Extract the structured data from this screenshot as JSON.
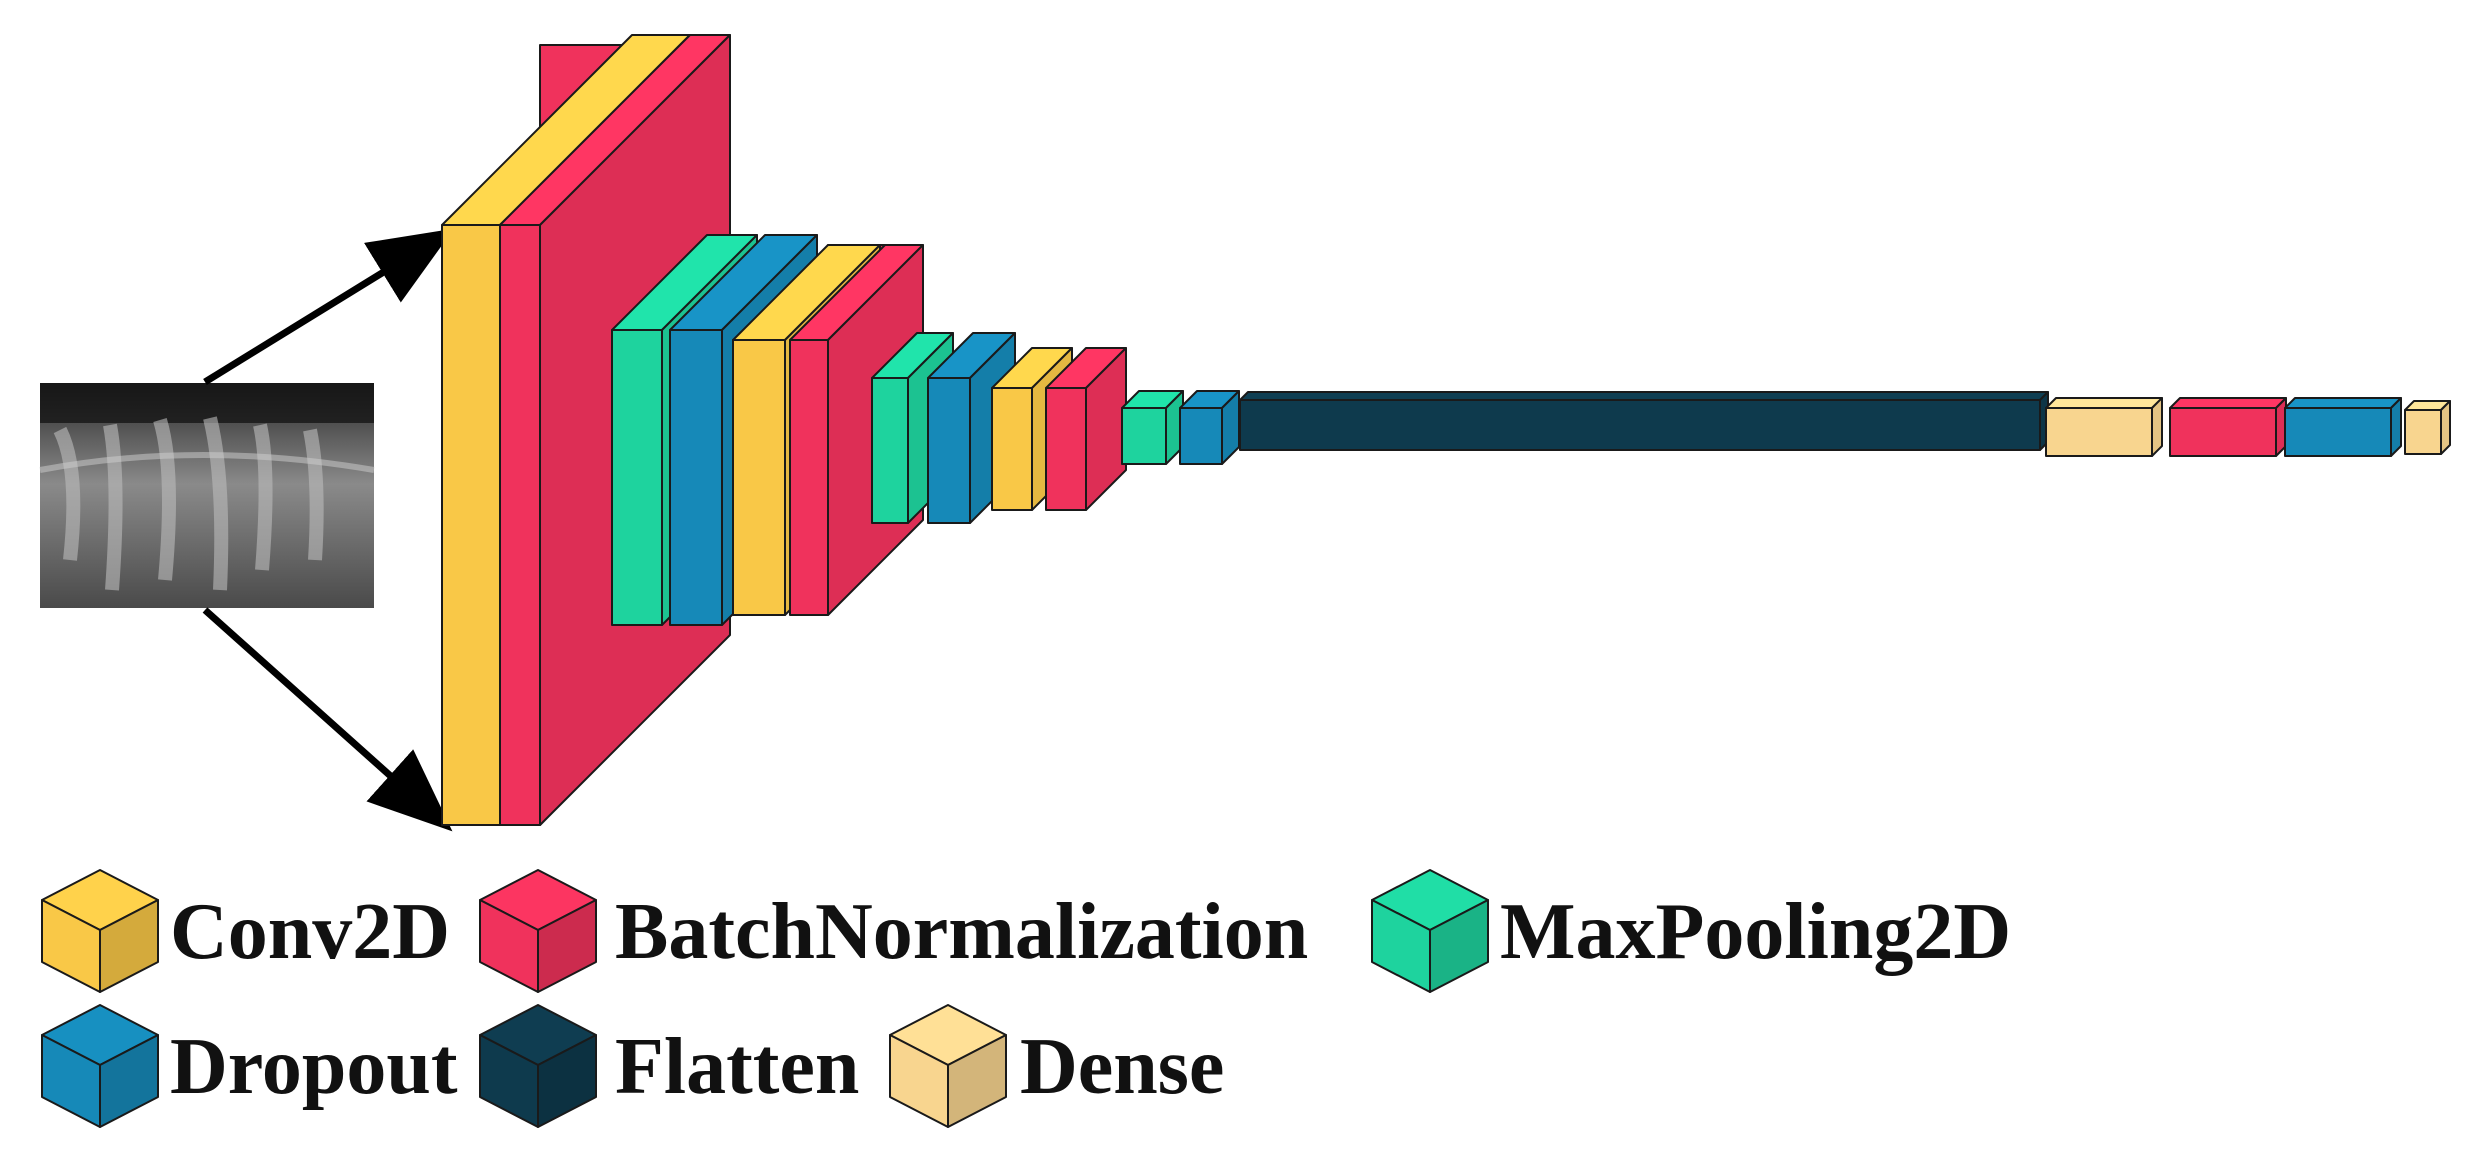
{
  "diagram": {
    "input": {
      "kind": "dental-xray-thumbnail"
    },
    "layers": [
      {
        "type": "Conv2D"
      },
      {
        "type": "BatchNormalization"
      },
      {
        "type": "MaxPooling2D"
      },
      {
        "type": "Dropout"
      },
      {
        "type": "Conv2D"
      },
      {
        "type": "BatchNormalization"
      },
      {
        "type": "MaxPooling2D"
      },
      {
        "type": "Dropout"
      },
      {
        "type": "Conv2D"
      },
      {
        "type": "BatchNormalization"
      },
      {
        "type": "MaxPooling2D"
      },
      {
        "type": "Dropout"
      },
      {
        "type": "Flatten"
      },
      {
        "type": "Dense"
      },
      {
        "type": "BatchNormalization"
      },
      {
        "type": "Dropout"
      },
      {
        "type": "Dense"
      }
    ]
  },
  "colors": {
    "Conv2D": "#F9C847",
    "BatchNormalization": "#F0325C",
    "MaxPooling2D": "#1ED39E",
    "Dropout": "#1689B8",
    "Flatten": "#0E3A4D",
    "Dense": "#F8D58F"
  },
  "legend": [
    {
      "label": "Conv2D",
      "color_key": "Conv2D"
    },
    {
      "label": "BatchNormalization",
      "color_key": "BatchNormalization"
    },
    {
      "label": "MaxPooling2D",
      "color_key": "MaxPooling2D"
    },
    {
      "label": "Dropout",
      "color_key": "Dropout"
    },
    {
      "label": "Flatten",
      "color_key": "Flatten"
    },
    {
      "label": "Dense",
      "color_key": "Dense"
    }
  ]
}
